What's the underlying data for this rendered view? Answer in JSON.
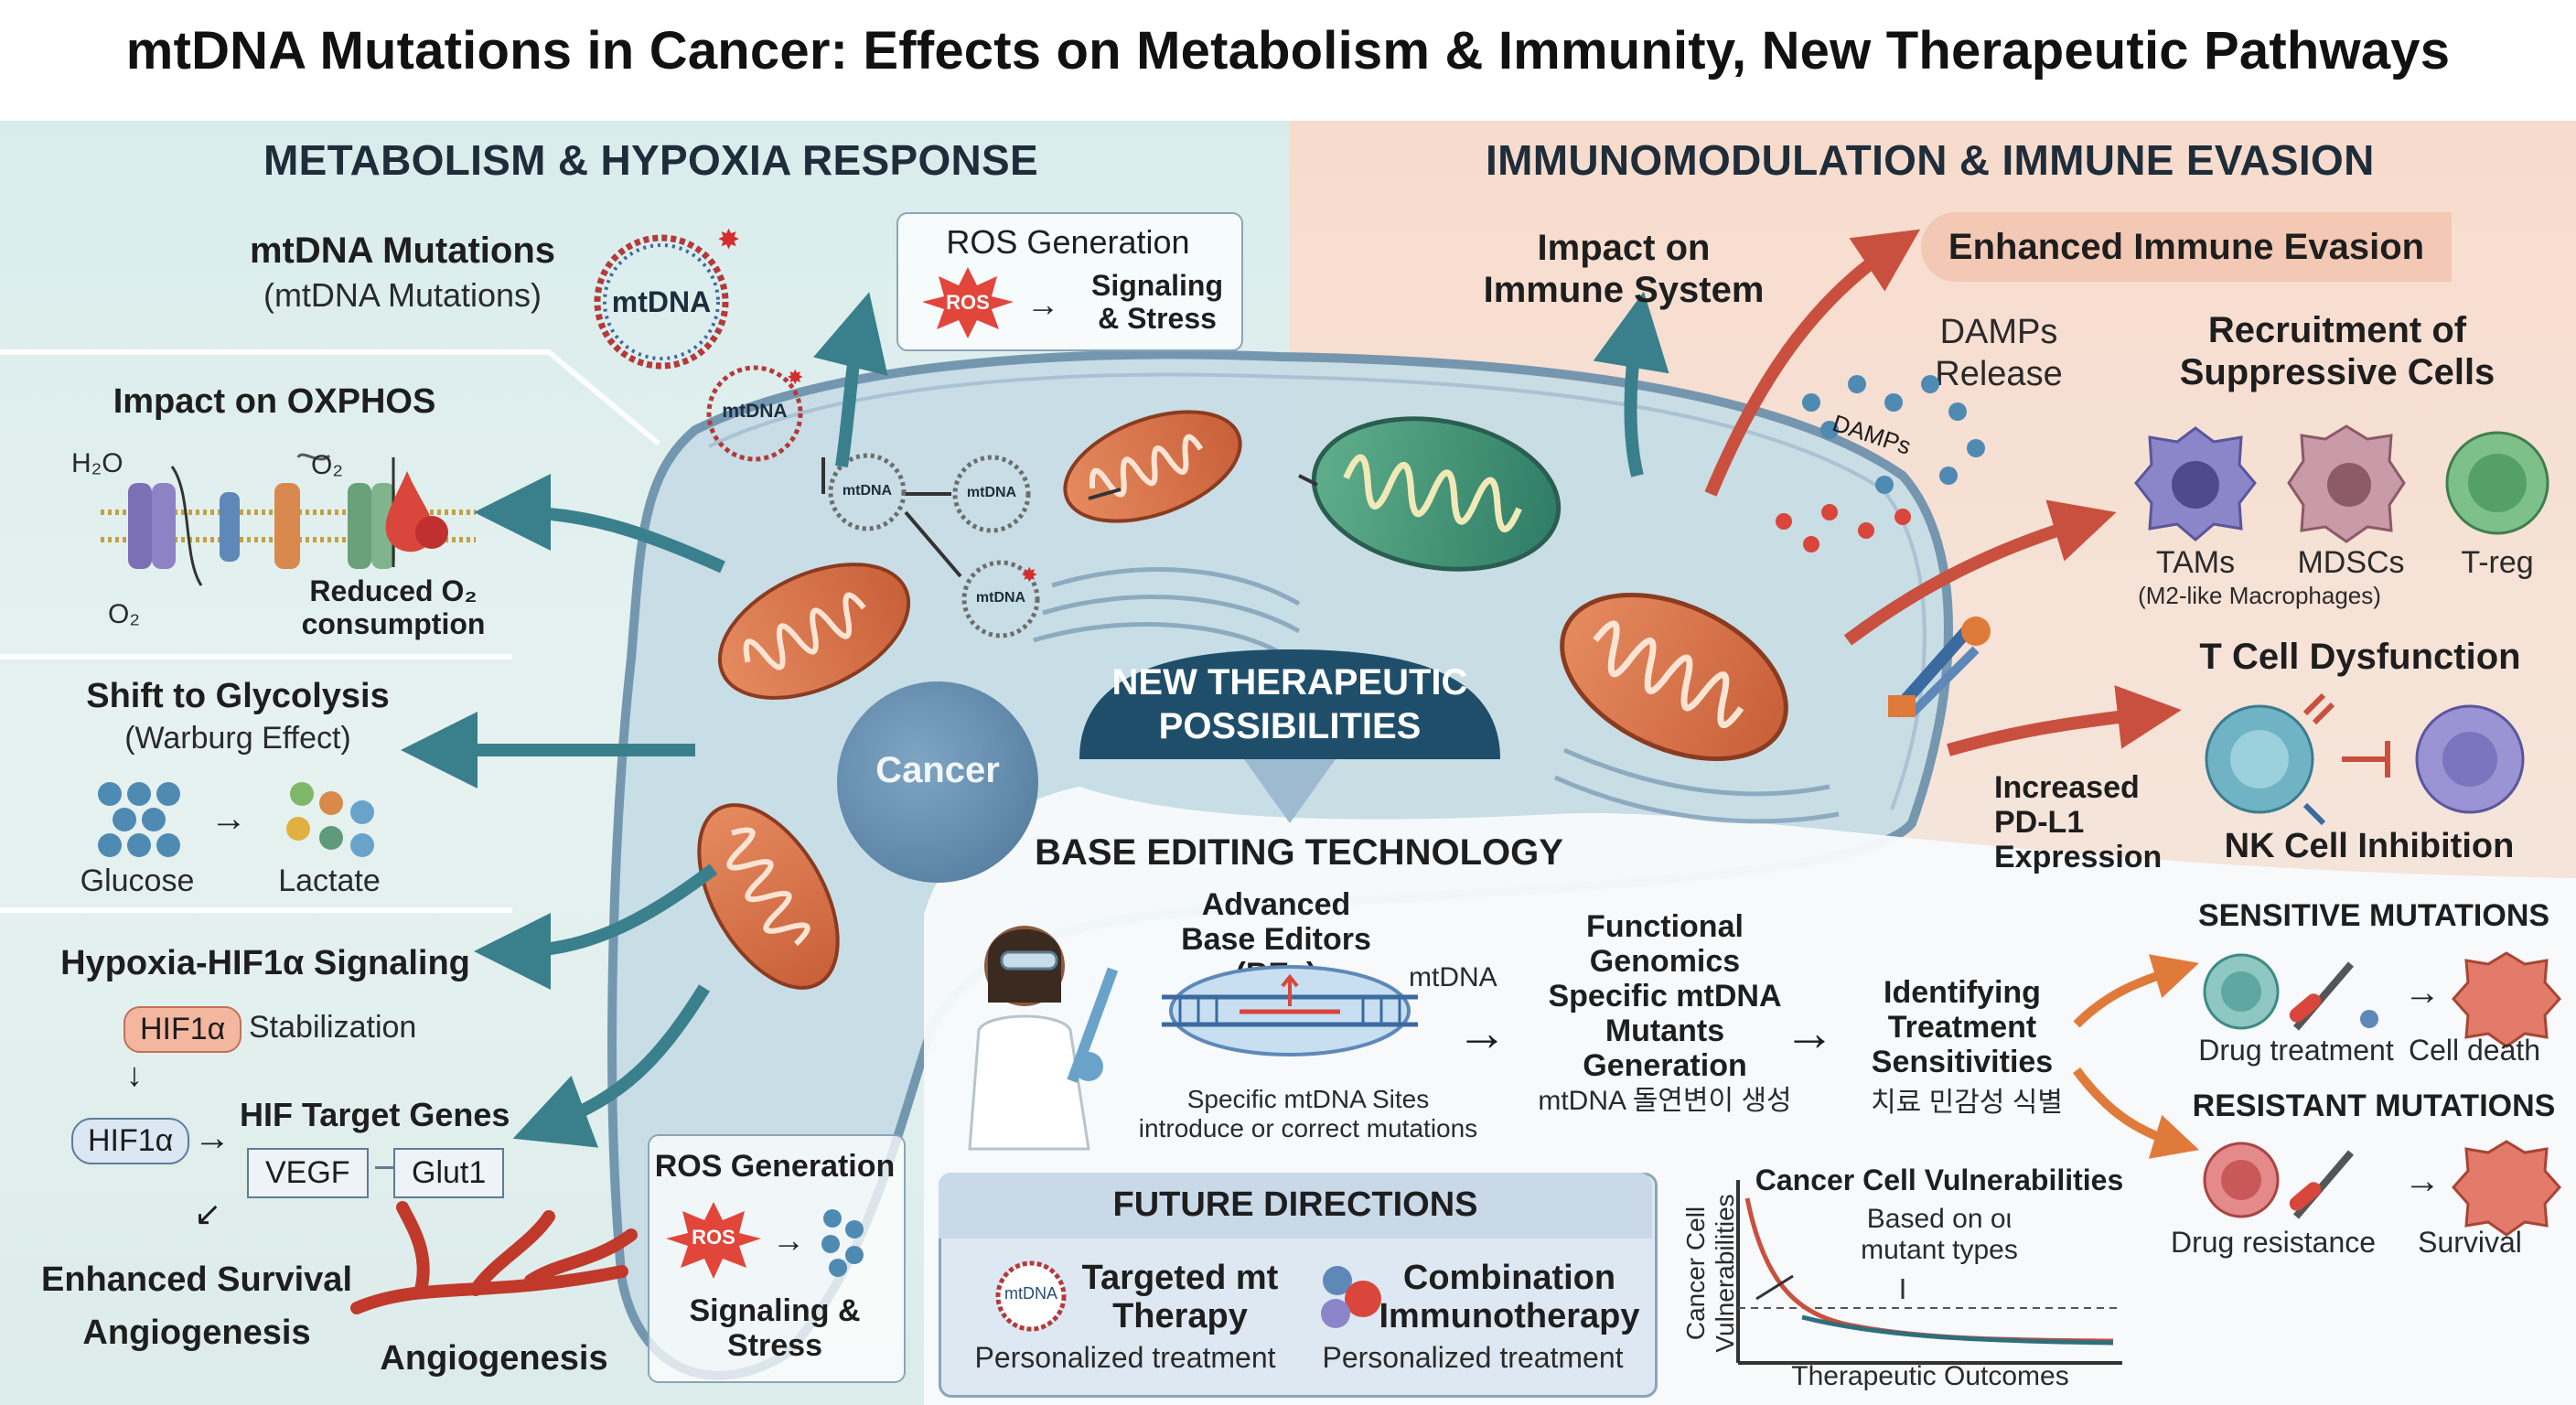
{
  "title": "mtDNA Mutations in Cancer: Effects on Metabolism & Immunity, New Therapeutic Pathways",
  "colors": {
    "teal_arrow": "#3a7f8c",
    "red_arrow": "#c9503f",
    "orange_arrow": "#e07a3a",
    "mito": "#d9774e",
    "left_bg": "#d9ecec",
    "right_bg": "#f7dccd"
  },
  "left": {
    "header": "METABOLISM & HYPOXIA RESPONSE",
    "mtdna": {
      "title": "mtDNA Mutations",
      "subtitle": "(mtDNA Mutations)",
      "ring_label": "mtDNA",
      "small_ring_label": "mtDNA"
    },
    "ros_top": {
      "title": "ROS Generation",
      "badge": "ROS",
      "result": "Signaling\n& Stress"
    },
    "oxphos": {
      "title": "Impact on OXPHOS",
      "h2o": "H₂O",
      "o2_top": "O₂",
      "o2_bottom": "O₂",
      "result": "Reduced O₂\nconsumption"
    },
    "glycolysis": {
      "title": "Shift to Glycolysis",
      "subtitle": "(Warburg Effect)",
      "glucose": "Glucose",
      "lactate": "Lactate"
    },
    "hif": {
      "title": "Hypoxia-HIF1α Signaling",
      "pill": "HIF1α",
      "stabilization": "Stabilization",
      "pill2": "HIF1α",
      "genes_title": "HIF Target Genes",
      "gene1": "VEGF",
      "gene2": "Glut1",
      "result1": "Enhanced Survival",
      "result2": "Angiogenesis"
    },
    "angiogenesis": "Angiogenesis",
    "ros_bottom": {
      "title": "ROS Generation",
      "badge": "ROS",
      "result": "Signaling &\nStress"
    },
    "cancer_nucleus": "Cancer"
  },
  "right": {
    "header": "IMMUNOMODULATION & IMMUNE EVASION",
    "impact": "Impact on\nImmune System",
    "evasion": "Enhanced Immune Evasion",
    "damps": {
      "title": "DAMPs\nRelease",
      "label": "DAMPs"
    },
    "recruit": {
      "title": "Recruitment of\nSuppressive Cells",
      "cells": [
        "TAMs",
        "MDSCs",
        "T-reg"
      ],
      "note": "(M2-like Macrophages)"
    },
    "tcell": {
      "title": "T Cell Dysfunction",
      "sub": "NK Cell Inhibition",
      "pdl1": "Increased\nPD-L1\nExpression"
    }
  },
  "center": {
    "new_therapeutic": "NEW THERAPEUTIC\nPOSSIBILITIES",
    "base_editing": "BASE EDITING TECHNOLOGY",
    "editors": "Advanced\nBase Editors (BEs)",
    "mtdna_label": "mtDNA",
    "sites": "Specific mtDNA Sites\nintroduce or correct mutations",
    "functional": "Functional\nGenomics\nSpecific mtDNA\nMutants\nGeneration",
    "functional_kr": "mtDNA 돌연변이 생성",
    "identifying": "Identifying\nTreatment\nSensitivities",
    "identifying_kr": "치료 민감성 식별",
    "sensitive": {
      "title": "SENSITIVE MUTATIONS",
      "left": "Drug treatment",
      "right": "Cell death"
    },
    "resistant": {
      "title": "RESISTANT MUTATIONS",
      "left": "Drug resistance",
      "right": "Survival"
    },
    "future": {
      "title": "FUTURE DIRECTIONS",
      "item1_icon": "mtDNA",
      "item1_title": "Targeted mt\nTherapy",
      "item1_sub": "Personalized treatment",
      "item2_title": "Combination\nImmunotherapy",
      "item2_sub": "Personalized treatment"
    },
    "chart": {
      "title": "Cancer Cell Vulnerabilities",
      "ylabel": "Cancer Cell\nVulnerabilities",
      "xlabel": "Therapeutic Outcomes",
      "annotation": "Based on οι\nmutant types"
    }
  }
}
